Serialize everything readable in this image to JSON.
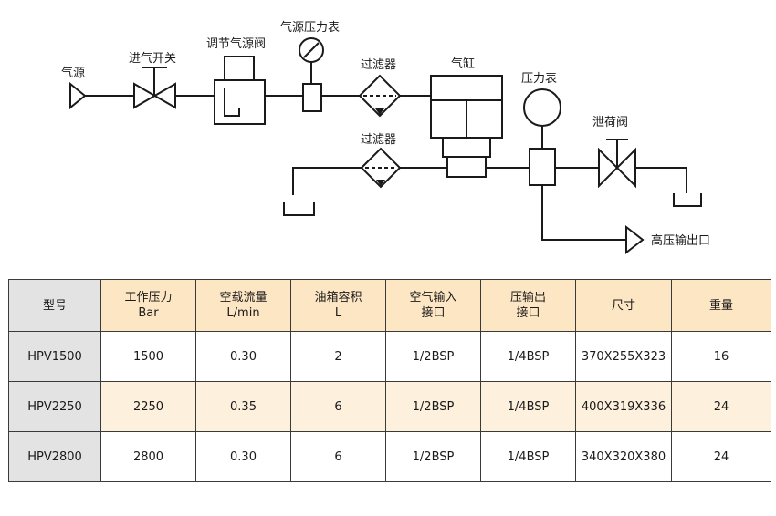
{
  "diagram": {
    "labels": {
      "air_source": "气源",
      "inlet_switch": "进气开关",
      "regulator_valve": "调节气源阀",
      "source_gauge": "气源压力表",
      "filter_top": "过滤器",
      "cylinder": "气缸",
      "pressure_gauge": "压力表",
      "filter_bottom": "过滤器",
      "relief_valve": "泄荷阀",
      "hp_outlet": "高压输出口"
    }
  },
  "table": {
    "headers": [
      "型号",
      "工作压力\nBar",
      "空载流量\nL/min",
      "油箱容积\nL",
      "空气输入\n接口",
      "压输出\n接口",
      "尺寸",
      "重量"
    ],
    "rows": [
      [
        "HPV1500",
        "1500",
        "0.30",
        "2",
        "1/2BSP",
        "1/4BSP",
        "370X255X323",
        "16"
      ],
      [
        "HPV2250",
        "2250",
        "0.35",
        "6",
        "1/2BSP",
        "1/4BSP",
        "400X319X336",
        "24"
      ],
      [
        "HPV2800",
        "2800",
        "0.30",
        "6",
        "1/2BSP",
        "1/4BSP",
        "340X320X380",
        "24"
      ]
    ]
  },
  "colors": {
    "header_bg": "#fde6c4",
    "model_col_bg": "#e3e3e3",
    "alt_row_bg": "#fdf0dc",
    "line": "#1a1a1a"
  }
}
